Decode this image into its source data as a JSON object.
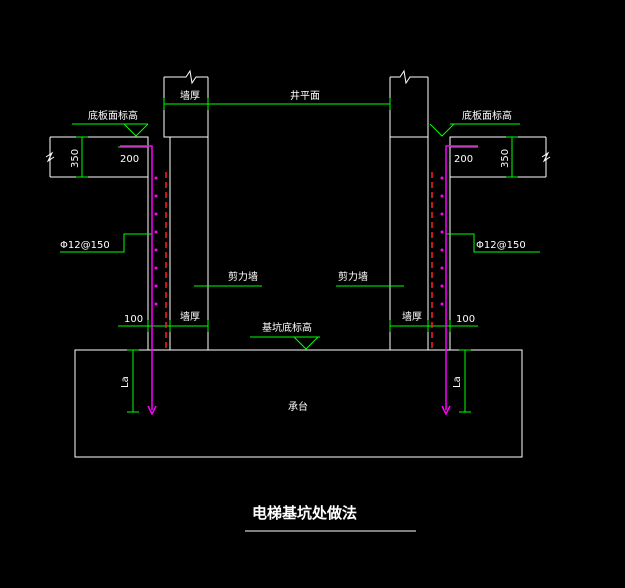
{
  "drawing": {
    "title": "电梯基坑处做法",
    "labels": {
      "wall_thickness_top": "墙厚",
      "pit_plane": "井平面",
      "floor_finish_left": "底板面标高",
      "floor_finish_right": "底板面标高",
      "dim_350_left": "350",
      "dim_350_right": "350",
      "dim_200_left": "200",
      "dim_200_right": "200",
      "rebar_left": "Φ12@150",
      "rebar_right": "Φ12@150",
      "shear_wall_left": "剪力墙",
      "shear_wall_right": "剪力墙",
      "dim_100_left": "100",
      "dim_100_right": "100",
      "wall_thickness_bottom_left": "墙厚",
      "wall_thickness_bottom_right": "墙厚",
      "pit_bottom_level": "基坑底标高",
      "la_left": "La",
      "la_right": "La",
      "pile_cap": "承台"
    },
    "colors": {
      "background": "#000000",
      "outline": "#ffffff",
      "dimension": "#00ff00",
      "rebar": "#ff00ff",
      "dashed": "#ff2020",
      "text": "#ffffff"
    }
  }
}
